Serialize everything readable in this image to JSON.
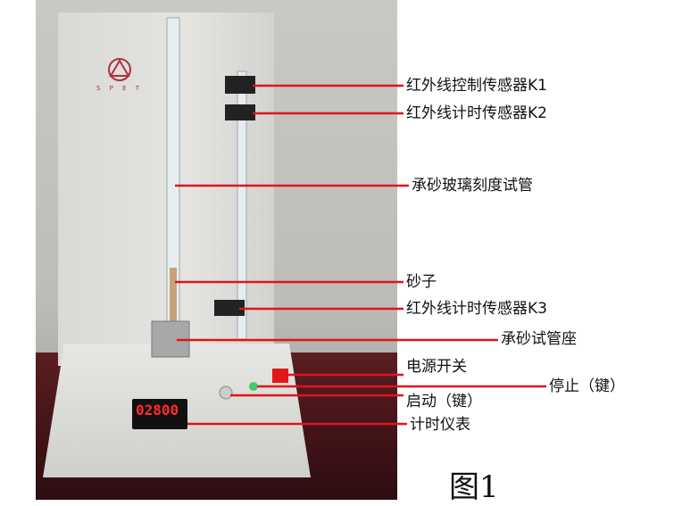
{
  "labels": {
    "k1": "红外线控制传感器K1",
    "k2": "红外线计时传感器K2",
    "tube": "承砂玻璃刻度试管",
    "sand": "砂子",
    "k3": "红外线计时传感器K3",
    "seat": "承砂试管座",
    "power": "电源开关",
    "stop": "停止（键）",
    "start": "启动（键）",
    "meter": "计时仪表"
  },
  "meter_reading": "02800",
  "logo_text": "SPET",
  "figure_caption": "图1",
  "colors": {
    "leader_line": "#e0141c",
    "meter_digits": "#ff2a2a"
  }
}
